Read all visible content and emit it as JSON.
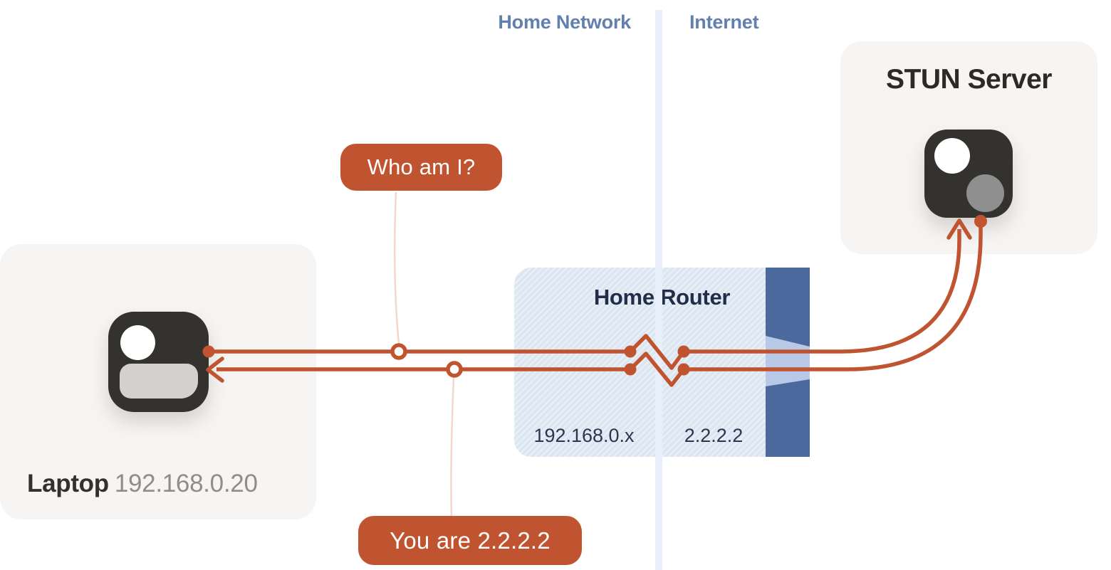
{
  "regions": {
    "home_network": "Home Network",
    "internet": "Internet"
  },
  "laptop": {
    "label": "Laptop",
    "ip": "192.168.0.20"
  },
  "router": {
    "title": "Home Router",
    "lan_ip": "192.168.0.x",
    "wan_ip": "2.2.2.2"
  },
  "stun_server": {
    "title": "STUN Server"
  },
  "messages": {
    "request": "Who am I?",
    "response": "You are 2.2.2.2"
  },
  "icons": {
    "laptop": "laptop-device-icon",
    "stun_server": "server-device-icon"
  },
  "colors": {
    "accent_orange": "#c05430",
    "connector_pink": "#f4d6cb",
    "card_background": "#f6f5f3",
    "icon_dark": "#34322f",
    "router_fill": "#dce6f1",
    "router_hatch": "#e8eff7",
    "nat_bar_blue": "#4b699c",
    "nat_funnel_blue": "#b7c9e6",
    "divider_blue": "#e8effa",
    "region_label_blue": "#6180ae",
    "navy_text": "#222d49",
    "gray_ip_text": "#908d89"
  }
}
